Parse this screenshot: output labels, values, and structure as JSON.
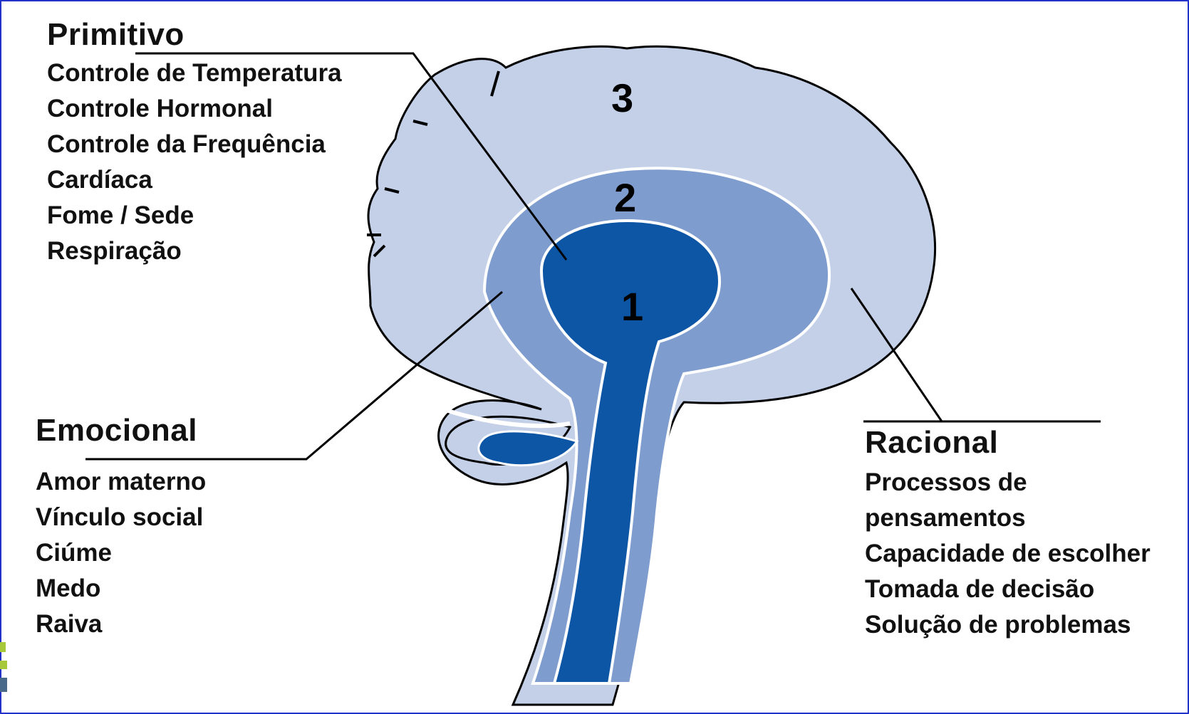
{
  "primitivo": {
    "title": "Primitivo",
    "items": [
      "Controle de Temperatura",
      "Controle Hormonal",
      "Controle da Frequência",
      "Cardíaca",
      "Fome / Sede",
      "Respiração"
    ]
  },
  "emocional": {
    "title": "Emocional",
    "items": [
      "Amor materno",
      "Vínculo social",
      "Ciúme",
      "Medo",
      "Raiva"
    ]
  },
  "racional": {
    "title": "Racional",
    "items": [
      "Processos de",
      "pensamentos",
      "Capacidade de escolher",
      "Tomada de decisão",
      "Solução de problemas"
    ]
  },
  "regions": {
    "r1": "1",
    "r2": "2",
    "r3": "3"
  },
  "colors": {
    "outer": "#c4d0e8",
    "middle": "#7f9ccf",
    "inner": "#0d56a5",
    "outline": "#000000",
    "border": "#2233cc"
  }
}
